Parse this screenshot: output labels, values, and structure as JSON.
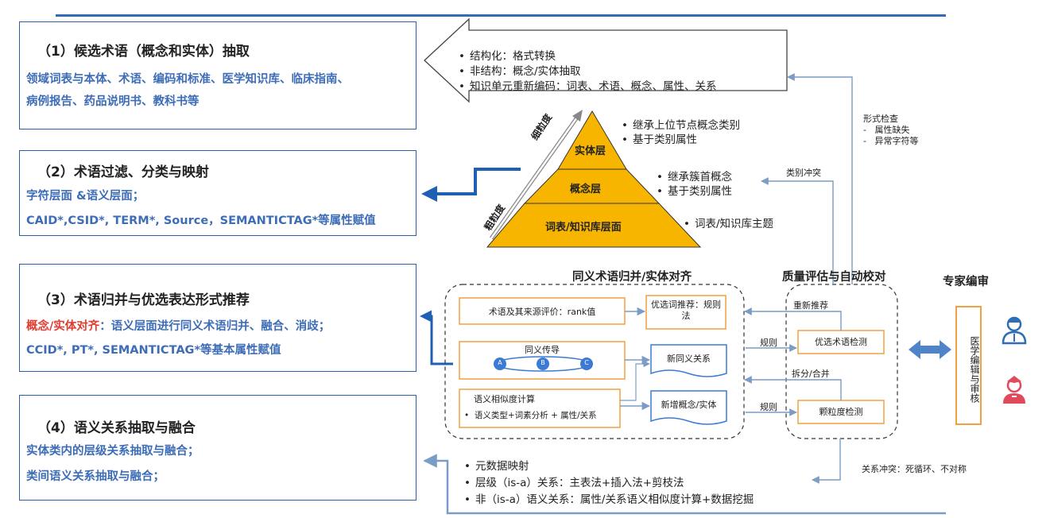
{
  "steps": [
    {
      "title": "（1）候选术语（概念和实体）抽取",
      "lines": [
        "领域词表与本体、术语、编码和标准、医学知识库、临床指南、",
        "病例报告、药品说明书、教科书等"
      ]
    },
    {
      "title": "（2）术语过滤、分类与映射",
      "lines": [
        "字符层面 &语义层面；",
        "CAID*,CSID*, TERM*, Source，SEMANTICTAG*等属性赋值"
      ]
    },
    {
      "title": "（3）术语归并与优选表达形式推荐",
      "red_prefix": "概念/实体对齐",
      "line1_rest": "：语义层面进行同义术语归并、融合、消歧；",
      "line2": "CCID*, PT*, SEMANTICTAG*等基本属性赋值"
    },
    {
      "title": "（4）语义关系抽取与融合",
      "lines": [
        "实体类内的层级关系抽取与融合；",
        "类间语义关系抽取与融合；"
      ]
    }
  ],
  "top_arrow_bullets": [
    "结构化：格式转换",
    "非结构：概念/实体抽取",
    "知识单元重新编码：词表、术语、概念、属性、关系"
  ],
  "pyramid": {
    "layers": [
      "实体层",
      "概念层",
      "词表/知识库层面"
    ],
    "fine_label": "细粒度",
    "coarse_label": "粗粒度",
    "layer_notes": [
      [
        "继承上位节点概念类别",
        "基于类别属性"
      ],
      [
        "继承簇首概念",
        "基于类别属性"
      ],
      [
        "词表/知识库主题"
      ]
    ]
  },
  "format_check": {
    "title": "形式检查",
    "items": [
      "属性缺失",
      "异常字符等"
    ]
  },
  "class_conflict": "类别冲突",
  "synonym_section": {
    "title": "同义术语归并/实体对齐",
    "node_rank": "术语及其来源评价：rank值",
    "node_preferred": "优选词推荐：规则法",
    "node_transfer": "同义传导",
    "transfer_nodes": [
      "A",
      "B",
      "C"
    ],
    "node_new_synonym": "新同义关系",
    "node_similarity": "语义相似度计算",
    "similarity_detail": "语义类型+词素分析 + 属性/关系",
    "node_new_concept": "新增概念/实体"
  },
  "quality_section": {
    "title": "质量评估与自动校对",
    "re_recommend": "重新推荐",
    "rule1": "规则",
    "preferred_check": "优选术语检测",
    "split_merge": "拆分/合并",
    "rule2": "规则",
    "granularity_check": "颗粒度检测"
  },
  "expert": {
    "title": "专家编审",
    "box_text": "医学编辑与审核"
  },
  "relation_conflict": "关系冲突：死循环、不对称",
  "bottom_bullets": [
    "元数据映射",
    "层级（is-a）关系：主表法+插入法+剪枝法",
    "非（is-a）语义关系：属性/关系语义相似度计算+数据挖掘"
  ],
  "colors": {
    "accent_blue": "#2e5ea7",
    "pyramid_orange": "#f7b500",
    "node_orange": "#f0a040",
    "node_blue": "#3b7bd6",
    "red": "#e23b2f"
  }
}
